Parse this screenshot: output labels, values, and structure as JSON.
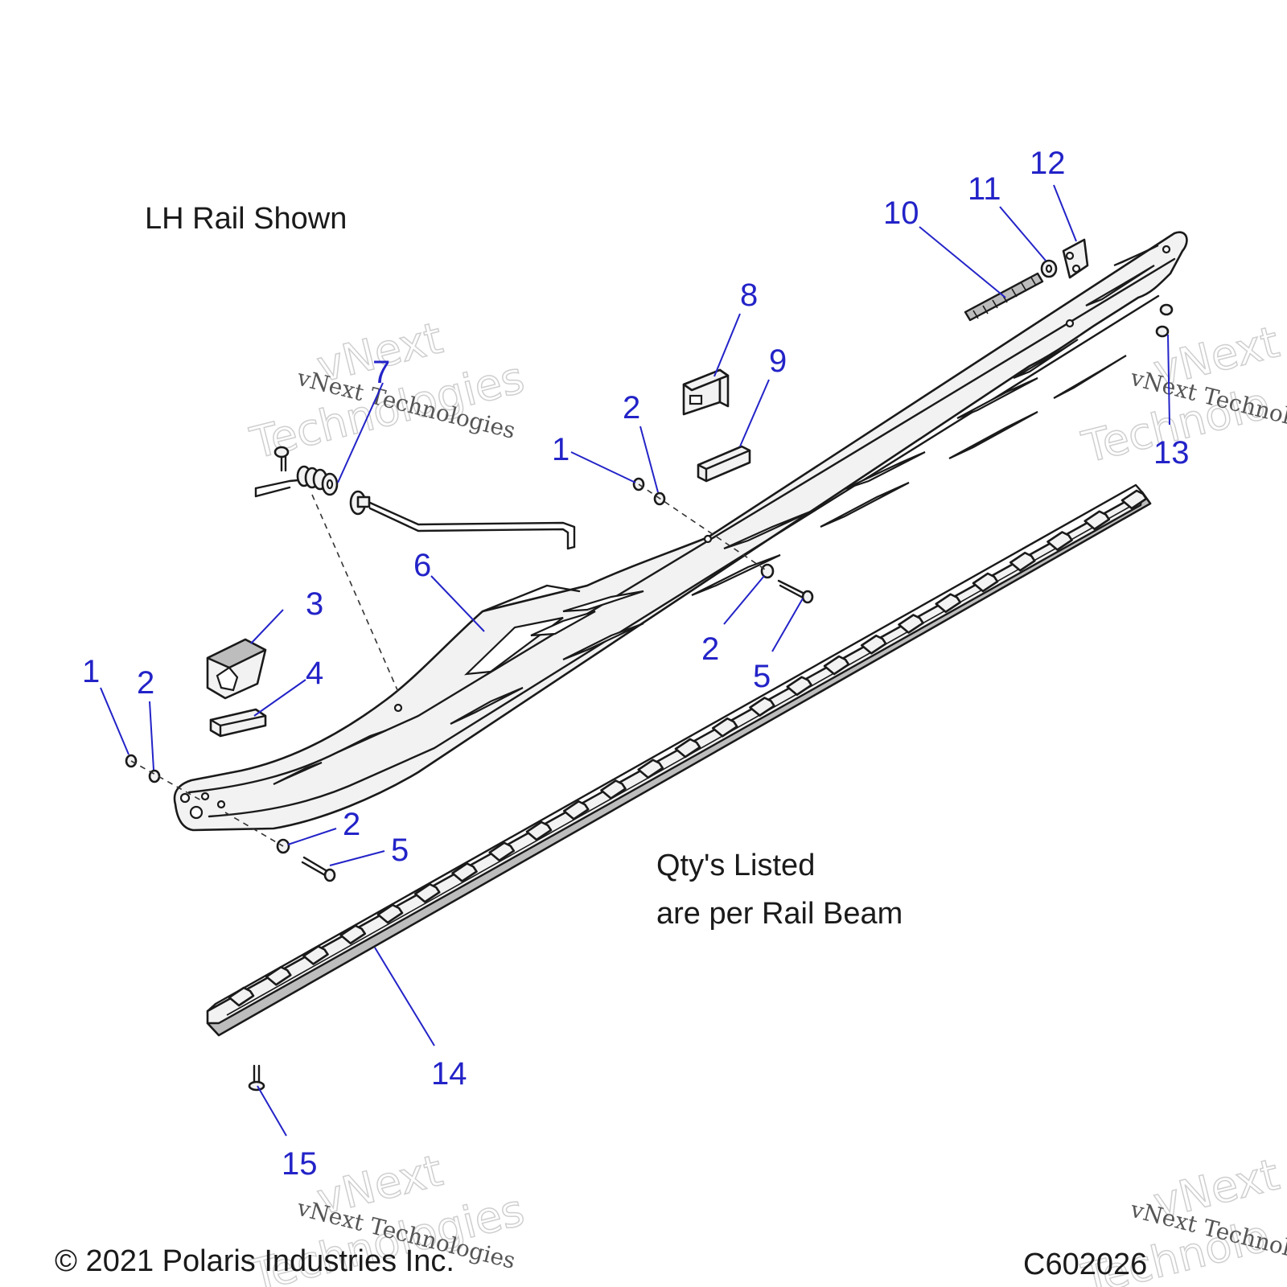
{
  "notes": {
    "rail_shown": "LH Rail Shown",
    "qty_line1": "Qty's Listed",
    "qty_line2": "are per Rail Beam"
  },
  "footer": {
    "copyright": "© 2021 Polaris Industries Inc.",
    "code": "C602026"
  },
  "watermark": {
    "line_small": "vNext Technologies",
    "word1": "vNext",
    "word2": "Technologies",
    "word2_clipped": "Technolo"
  },
  "callouts": {
    "c1a": "1",
    "c1b": "1",
    "c2a": "2",
    "c2b": "2",
    "c2c": "2",
    "c2d": "2",
    "c3": "3",
    "c4": "4",
    "c5a": "5",
    "c5b": "5",
    "c6": "6",
    "c7": "7",
    "c8": "8",
    "c9": "9",
    "c10": "10",
    "c11": "11",
    "c12": "12",
    "c13": "13",
    "c14": "14",
    "c15": "15"
  },
  "colors": {
    "callout": "#2323c8",
    "line_art": "#1a1a1a",
    "background": "#ffffff"
  }
}
